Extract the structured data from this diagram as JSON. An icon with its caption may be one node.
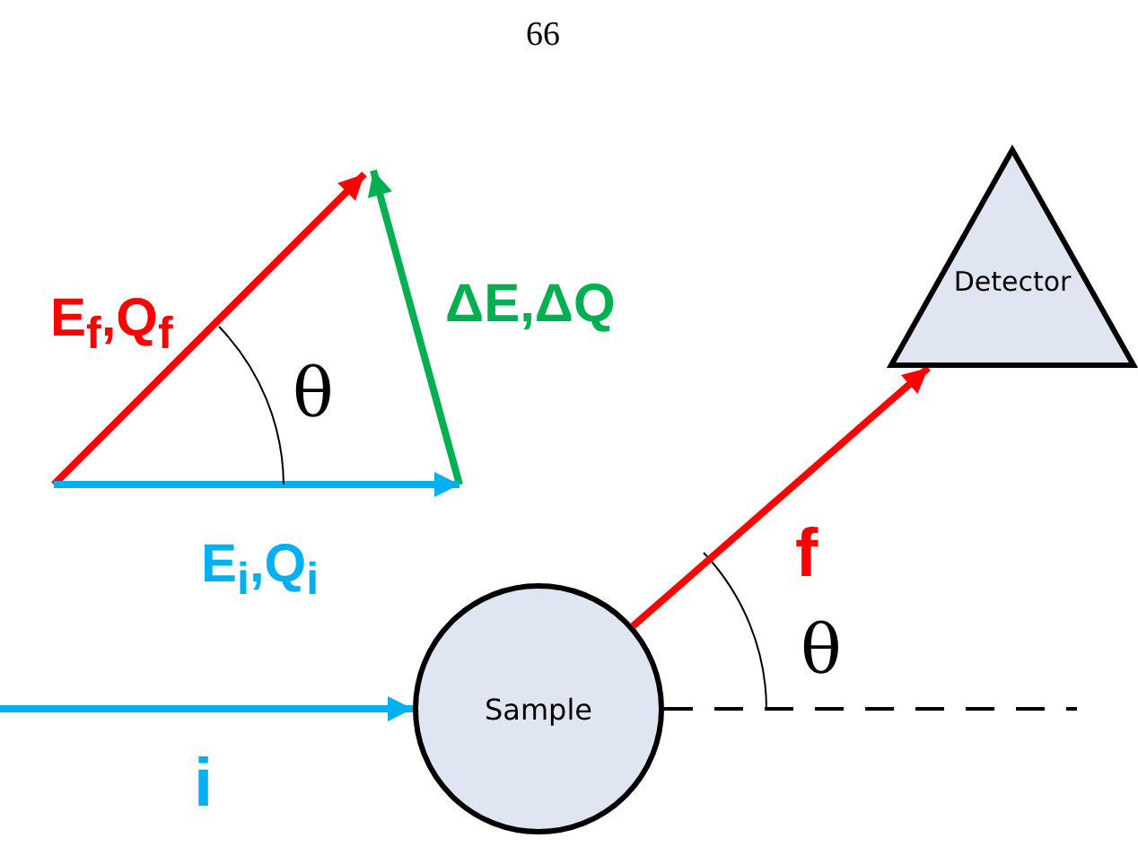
{
  "diagram": {
    "nodes": [
      {
        "text": [
          "Detector"
        ]
      },
      {
        "text": [
          "Sample"
        ]
      }
    ],
    "edges": [
      {
        "from": null,
        "to": 1,
        "arrow": "to",
        "label": "i",
        "color": "#00b0f0"
      },
      {
        "from": 1,
        "to": 0,
        "arrow": "to",
        "label": "f",
        "color": "#ff0000"
      },
      {
        "from": 1,
        "to": null,
        "arrow": "none",
        "style": "dashed",
        "color": "#000000"
      }
    ],
    "labels": [
      "66",
      "E$_{f}$,Q$_{f}$",
      "ΔE,ΔQ",
      "θ",
      "E$_{i}$,Q$_{i}$",
      "θ"
    ]
  }
}
